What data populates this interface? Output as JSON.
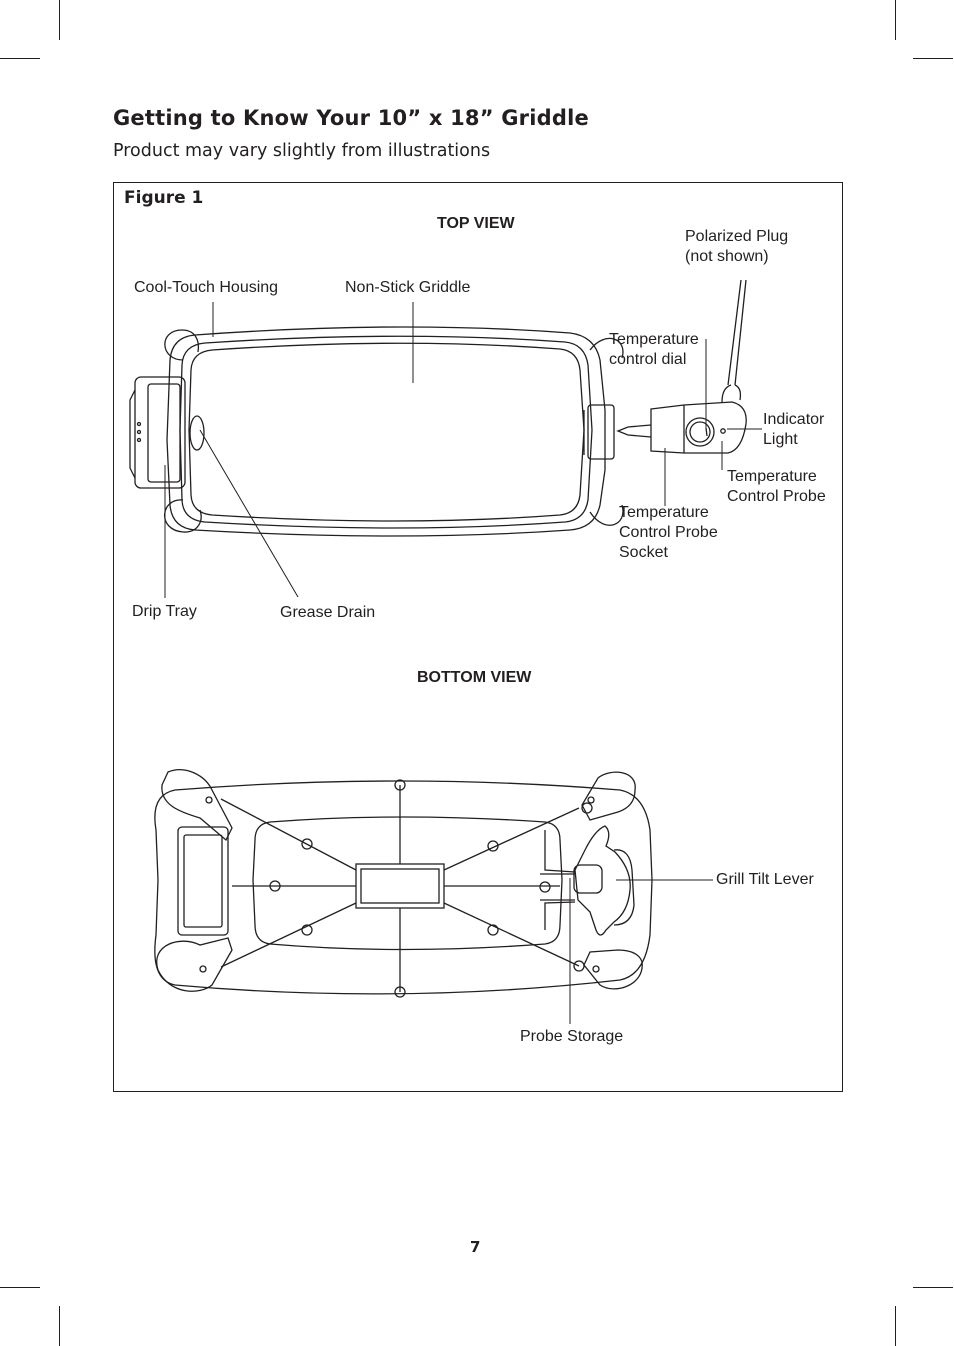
{
  "page": {
    "title": "Getting to Know Your 10” x 18” Griddle",
    "subtitle": "Product may vary slightly from illustrations",
    "page_number": "7"
  },
  "figure": {
    "label": "Figure 1",
    "top_view": {
      "heading": "TOP VIEW",
      "callouts": {
        "cool_touch_housing": "Cool-Touch Housing",
        "non_stick_griddle": "Non-Stick Griddle",
        "polarized_plug_line1": "Polarized Plug",
        "polarized_plug_line2": "(not shown)",
        "temp_dial_line1": "Temperature",
        "temp_dial_line2": "control dial",
        "indicator_light_line1": "Indicator",
        "indicator_light_line2": "Light",
        "temp_probe_line1": "Temperature",
        "temp_probe_line2": "Control Probe",
        "probe_socket_line1": "Temperature",
        "probe_socket_line2": "Control Probe",
        "probe_socket_line3": "Socket",
        "drip_tray": "Drip Tray",
        "grease_drain": "Grease Drain"
      }
    },
    "bottom_view": {
      "heading": "BOTTOM VIEW",
      "callouts": {
        "grill_tilt_lever": "Grill Tilt Lever",
        "probe_storage": "Probe Storage"
      }
    }
  }
}
